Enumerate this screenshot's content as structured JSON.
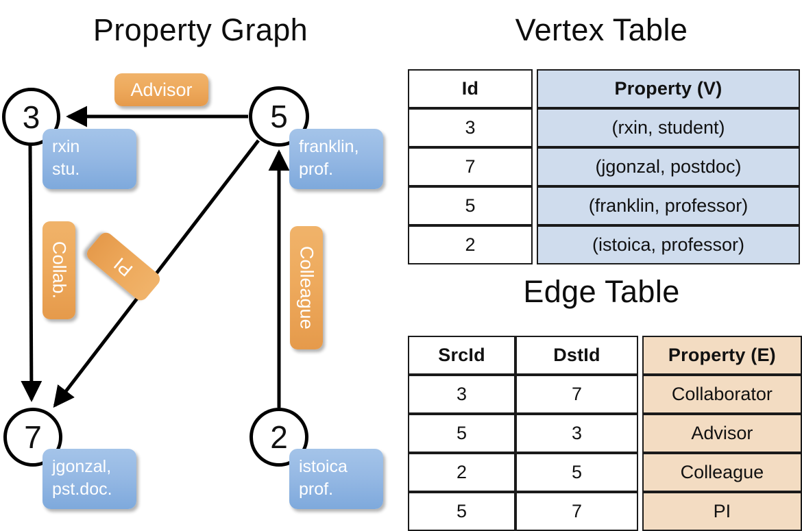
{
  "titles": {
    "graph": "Property Graph",
    "vertex_table": "Vertex Table",
    "edge_table": "Edge Table"
  },
  "graph": {
    "nodes": [
      {
        "id": "3",
        "prop_lines": [
          "rxin",
          "stu."
        ]
      },
      {
        "id": "5",
        "prop_lines": [
          "franklin,",
          "prof."
        ]
      },
      {
        "id": "7",
        "prop_lines": [
          "jgonzal,",
          "pst.doc."
        ]
      },
      {
        "id": "2",
        "prop_lines": [
          "istoica",
          "prof."
        ]
      }
    ],
    "edge_labels": [
      {
        "name": "advisor",
        "text": "Advisor"
      },
      {
        "name": "collab",
        "text": "Collab."
      },
      {
        "name": "pi",
        "text": "PI"
      },
      {
        "name": "colleague",
        "text": "Colleague"
      }
    ],
    "edges": [
      {
        "src": "5",
        "dst": "3",
        "label": "Advisor"
      },
      {
        "src": "3",
        "dst": "7",
        "label": "Collab."
      },
      {
        "src": "5",
        "dst": "7",
        "label": "PI"
      },
      {
        "src": "2",
        "dst": "5",
        "label": "Colleague"
      }
    ]
  },
  "vertex_table": {
    "headers": [
      "Id",
      "Property (V)"
    ],
    "rows": [
      {
        "id": "3",
        "property": "(rxin, student)"
      },
      {
        "id": "7",
        "property": "(jgonzal, postdoc)"
      },
      {
        "id": "5",
        "property": "(franklin, professor)"
      },
      {
        "id": "2",
        "property": "(istoica, professor)"
      }
    ]
  },
  "edge_table": {
    "headers": [
      "SrcId",
      "DstId",
      "Property (E)"
    ],
    "rows": [
      {
        "src": "3",
        "dst": "7",
        "property": "Collaborator"
      },
      {
        "src": "5",
        "dst": "3",
        "property": "Advisor"
      },
      {
        "src": "2",
        "dst": "5",
        "property": "Colleague"
      },
      {
        "src": "5",
        "dst": "7",
        "property": "PI"
      }
    ]
  },
  "colors": {
    "vertex_property_fill": "#cfdced",
    "edge_property_fill": "#f3dcc2",
    "node_box_blue": "#96b9e4",
    "edge_label_orange": "#eeaa5d",
    "stroke": "#000000"
  }
}
